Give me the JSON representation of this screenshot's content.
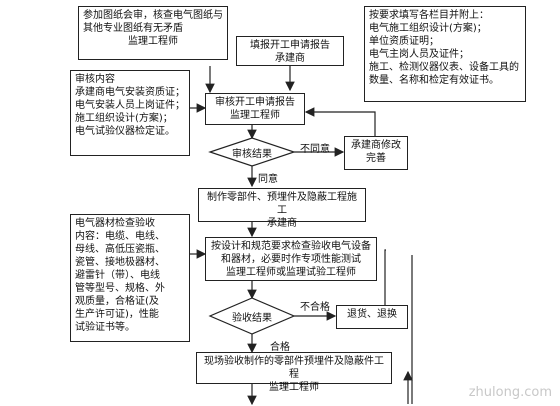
{
  "nodes": {
    "note_top_left": "参加图纸会审，核查电气图纸与其他专业图纸有无矛盾",
    "note_top_left_sub": "监理工程师",
    "fill_report": "填报开工申请报告",
    "fill_report_sub": "承建商",
    "note_top_right_lines": [
      "按要求填写各栏目并附上：",
      "电气施工组织设计(方案)；",
      "单位资质证明；",
      "电气主岗人员及证件；",
      "施工、检测仪器仪表、设备工具的",
      "数量、名称和检定有效证书。"
    ],
    "review_content_lines": [
      "审核内容",
      "承建商电气安装资质证；",
      "电气安装人员上岗证件；",
      "施工组织设计(方案)；",
      "电气试验仪器检定证。"
    ],
    "review_report": "审核开工申请报告",
    "review_report_sub": "监理工程师",
    "decision_review": "审核结果",
    "disagree": "不同意",
    "rework": "承建商修改完善",
    "agree": "同意",
    "make_parts": "制作零部件、预埋件及隐蔽工程施工",
    "make_parts_sub": "承建商",
    "material_check_lines": [
      "电气器材检查验收",
      "内容：电缆、电线、",
      "母线、高低压瓷瓶、",
      "瓷管、接地极器材、",
      "避雷针（带）、电线",
      "管等型号、规格、外",
      "观质量，合格证(及",
      "生产许可证)，性能",
      "试验证书等。"
    ],
    "inspect_task": "按设计和规范要求检查验收电气设备和器材，必要时作专项性能测试",
    "inspect_task_sub": "监理工程师或监理试验工程师",
    "decision_test": "验收结果",
    "fail": "不合格",
    "return_replace": "退货、退换",
    "pass": "合格",
    "field_accept": "现场验收制作的零部件预埋件及隐蔽件工程",
    "field_accept_sub": "监理工程师"
  },
  "watermark": "zhulong.com"
}
